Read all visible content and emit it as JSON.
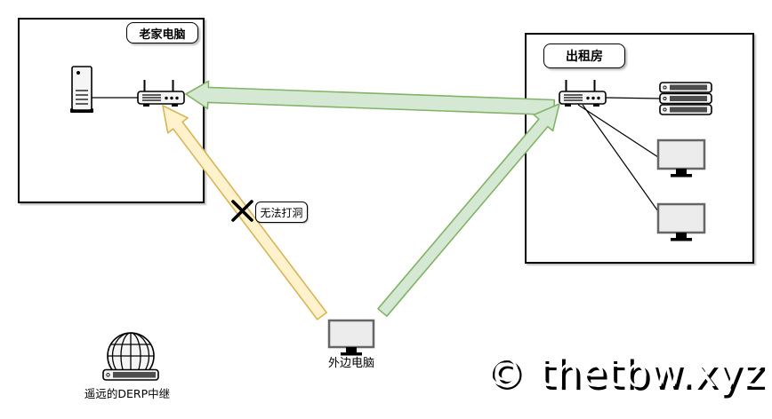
{
  "title_labels": {
    "home": "老家电脑",
    "rental": "出租房"
  },
  "captions": {
    "outside_pc": "外边电脑",
    "derp_relay": "遥远的DERP中继",
    "blocked": "无法打洞"
  },
  "watermark": "© thetbw.xyz",
  "icons": {
    "home_tower": "tower-server-icon",
    "home_router": "wifi-router-icon",
    "rental_router": "wifi-router-icon",
    "rental_rack": "rack-server-icon",
    "rental_monitor_1": "monitor-icon",
    "rental_monitor_2": "monitor-icon",
    "outside_monitor": "monitor-icon",
    "derp_globe": "globe-server-icon",
    "blocked_cross": "x-cross-icon"
  },
  "colors": {
    "arrow_green_fill": "#d5e8d4",
    "arrow_green_stroke": "#82b366",
    "arrow_yellow_fill": "#fff2cc",
    "arrow_yellow_stroke": "#d6b656",
    "icon_fill": "#f5f5f5",
    "monitor_stroke": "#666666",
    "dark_band": "#4d4d4d"
  }
}
